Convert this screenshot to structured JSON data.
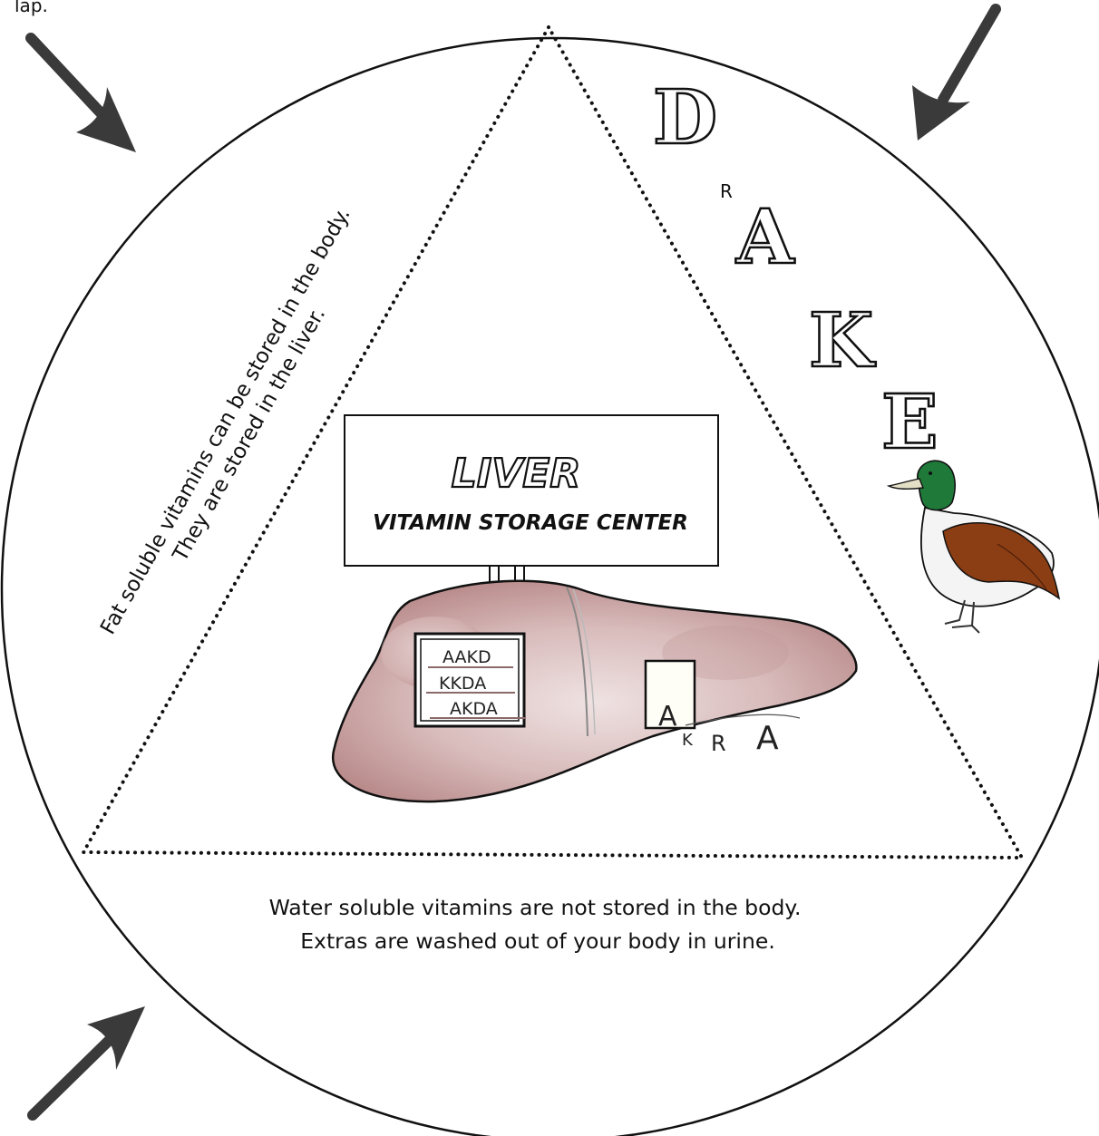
{
  "top_corner_text": "lap.",
  "fat_soluble": {
    "line1": "Fat soluble vitamins can be stored in the body.",
    "line2": "They are stored in the liver."
  },
  "water_soluble": {
    "line1": "Water soluble vitamins are not stored in the body.",
    "line2": "Extras are washed out of your body in urine."
  },
  "sign": {
    "title": "LIVER",
    "subtitle": "VITAMIN STORAGE CENTER"
  },
  "liver_window": {
    "rows": [
      "AAKD",
      "KKDA",
      "AKDA"
    ]
  },
  "liver_door_letters": [
    "A",
    "K",
    "R",
    "A"
  ],
  "drake": {
    "letters": [
      "D",
      "A",
      "K",
      "E"
    ],
    "small_letter": "R"
  },
  "colors": {
    "arrow": "#3a3a3a",
    "liver": "#c8a4a4",
    "duck_head": "#1f7a3a",
    "duck_wing": "#8b3d14"
  }
}
